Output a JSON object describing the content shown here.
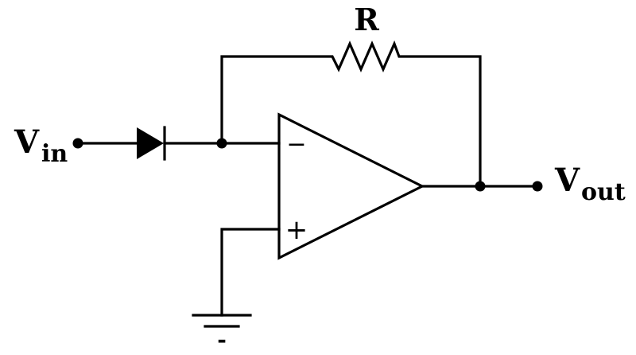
{
  "diagram": {
    "type": "inverting op-amp with diode input and resistor feedback",
    "labels": {
      "input_main": "V",
      "input_sub": "in",
      "output_main": "V",
      "output_sub": "out",
      "resistor": "R",
      "inverting_sign": "−",
      "noninverting_sign": "+",
      "ground_mark": "-"
    },
    "components": {
      "diode": "diode-icon",
      "resistor": "resistor-zigzag-icon",
      "opamp": "opamp-triangle-icon",
      "ground": "ground-symbol-icon"
    },
    "colors": {
      "stroke": "#000000",
      "background": "#ffffff"
    }
  }
}
